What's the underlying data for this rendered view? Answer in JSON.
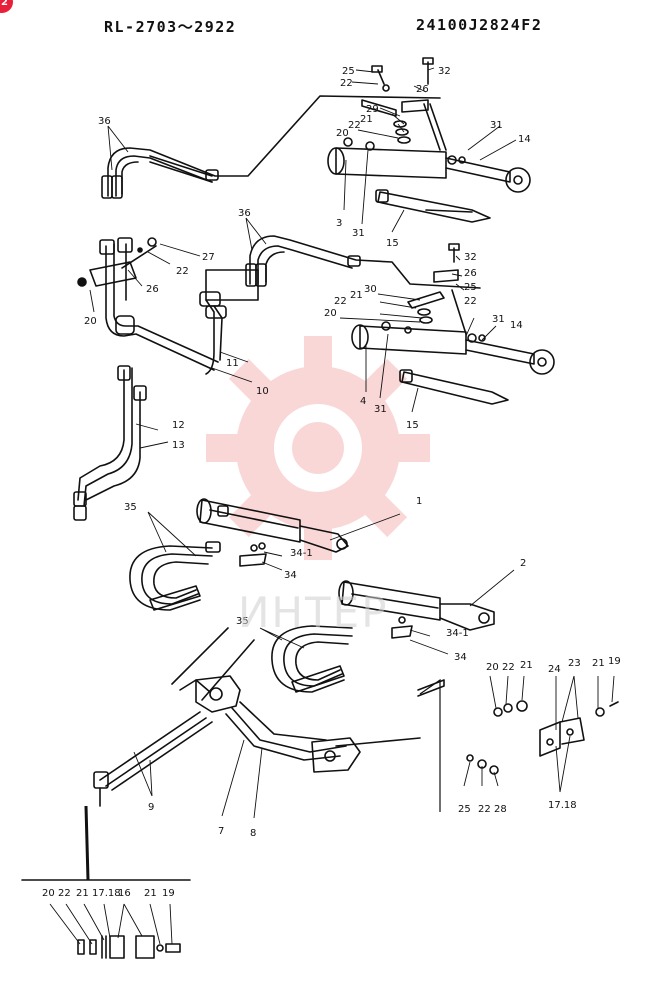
{
  "header": {
    "model_range": "RL-2703～2922",
    "part_code": "24100J2824F2"
  },
  "badge": {
    "label": "2"
  },
  "watermark": {
    "text": "ИНТЕР",
    "color": "#f4a8a8"
  },
  "callouts": {
    "c36a": "36",
    "c36b": "36",
    "c25a": "25",
    "c22a": "22",
    "c32a": "32",
    "c26a": "26",
    "c29": "29",
    "c21a": "21",
    "c22b": "22",
    "c20a": "20",
    "c31a": "31",
    "c14a": "14",
    "c3": "3",
    "c31b": "31",
    "c15a": "15",
    "c27": "27",
    "c22c": "22",
    "c26b": "26",
    "c20b": "20",
    "c11": "11",
    "c10": "10",
    "c12": "12",
    "c13": "13",
    "c32b": "32",
    "c26c": "26",
    "c25b": "25",
    "c21b": "21",
    "c30": "30",
    "c22d": "22",
    "c22e": "22",
    "c20c": "20",
    "c31c": "31",
    "c14b": "14",
    "c4": "4",
    "c31d": "31",
    "c15b": "15",
    "c1": "1",
    "c35a": "35",
    "c341a": "34-1",
    "c34a": "34",
    "c2": "2",
    "c35b": "35",
    "c341b": "34-1",
    "c34b": "34",
    "c20d": "20",
    "c22f": "22",
    "c21c": "21",
    "c23": "23",
    "c21d": "21",
    "c19a": "19",
    "c24": "24",
    "c25c": "25",
    "c22g": "22",
    "c28": "28",
    "c1718a": "17.18",
    "c9": "9",
    "c7": "7",
    "c8": "8",
    "c20e": "20",
    "c22h": "22",
    "c21e": "21",
    "c1718b": "17.18",
    "c16": "16",
    "c21f": "21",
    "c19b": "19"
  }
}
